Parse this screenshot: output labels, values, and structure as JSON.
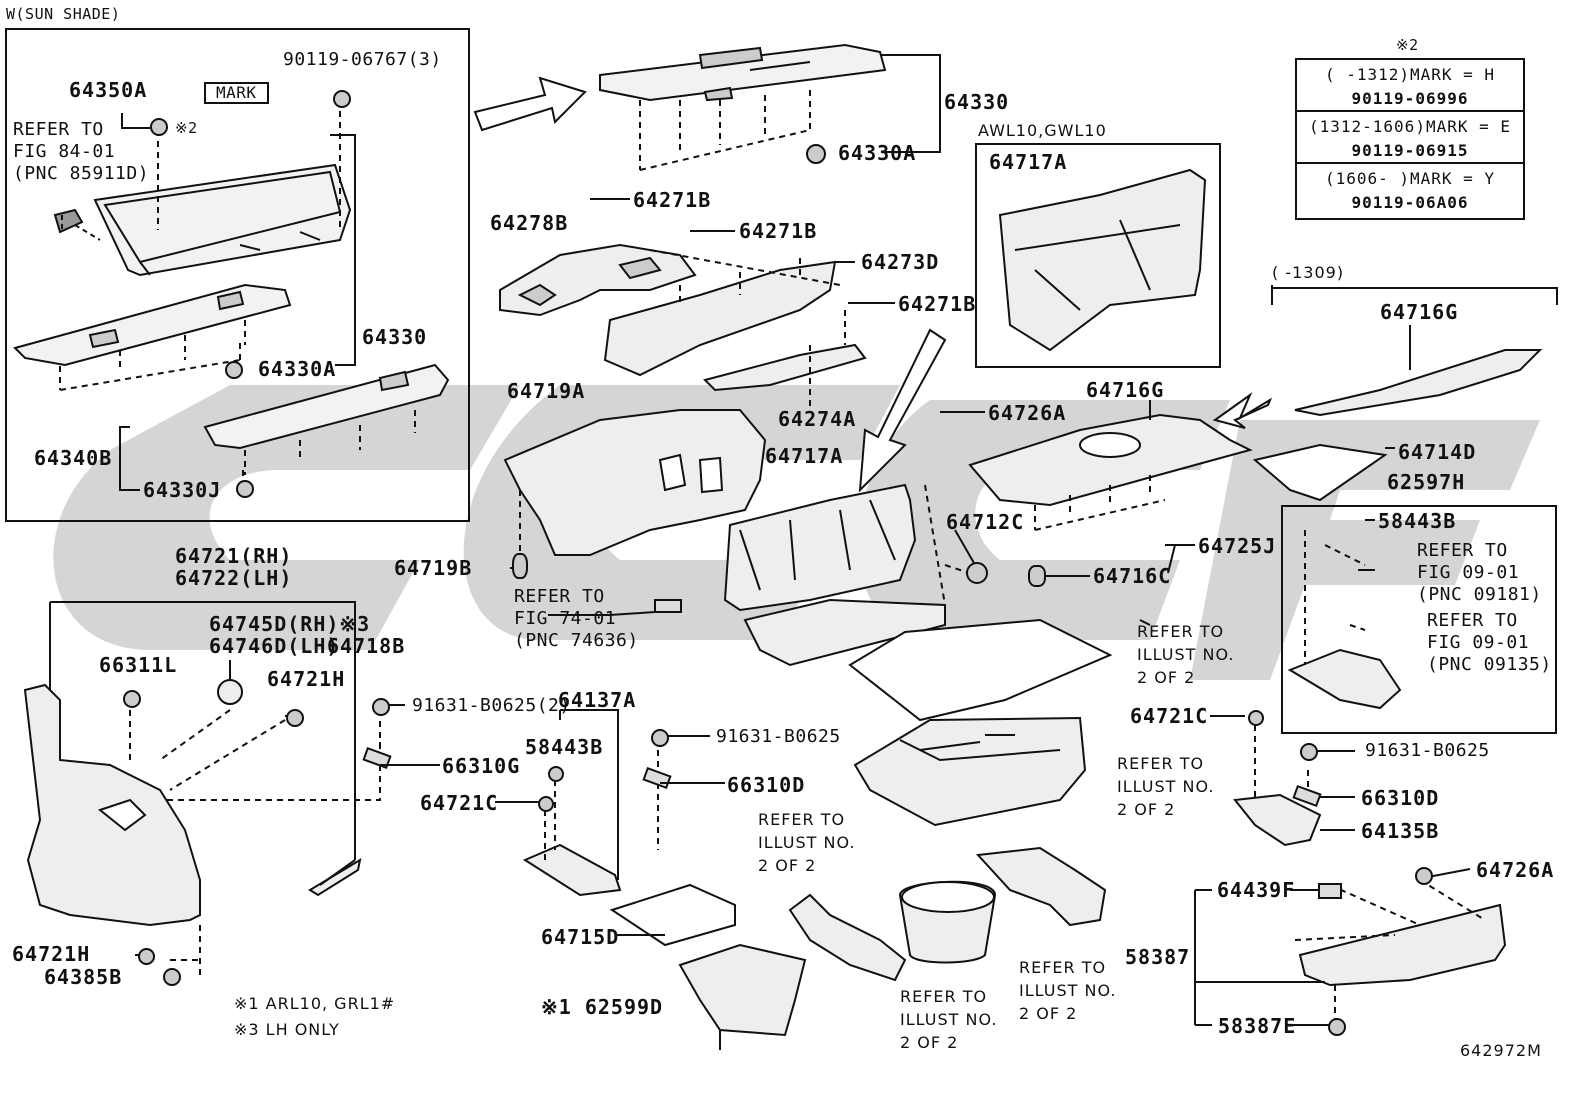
{
  "topleft": {
    "title": "W(SUN SHADE)"
  },
  "labels": {
    "p64350A": "64350A",
    "p90119_06767": "90119-06767(3)",
    "mark": "MARK",
    "note2": "※2",
    "ref8401": [
      "REFER TO",
      "FIG 84-01",
      "(PNC 85911D)"
    ],
    "p64330_a": "64330",
    "p64330A_a": "64330A",
    "p64340B": "64340B",
    "p64330J": "64330J",
    "p64330_b": "64330",
    "p64330A_b": "64330A",
    "p64271B_1": "64271B",
    "p64271B_2": "64271B",
    "p64271B_3": "64271B",
    "p64278B": "64278B",
    "p64273D": "64273D",
    "p64274A": "64274A",
    "p64719A": "64719A",
    "p64719B": "64719B",
    "p64717A_mid": "64717A",
    "ref7401": [
      "REFER TO",
      "FIG 74-01",
      "(PNC 74636)"
    ],
    "awl": "AWL10,GWL10",
    "p64717A_box": "64717A",
    "p64726A_1": "64726A",
    "p64716G_1": "64716G",
    "p64716G_2": "64716G",
    "range1309": "(      -1309)",
    "p64714D": "64714D",
    "p62597H": "62597H",
    "p58443B_r": "58443B",
    "ref0901a": [
      "REFER TO",
      "FIG 09-01",
      "(PNC 09181)"
    ],
    "ref0901b": [
      "REFER TO",
      "FIG 09-01",
      "(PNC 09135)"
    ],
    "p64712C": "64712C",
    "p64725J": "64725J",
    "p64716C": "64716C",
    "refill_1": [
      "REFER TO",
      "ILLUST NO.",
      "2 OF 2"
    ],
    "refill_2": [
      "REFER TO",
      "ILLUST NO.",
      "2 OF 2"
    ],
    "refill_3": [
      "REFER TO",
      "ILLUST NO.",
      "2 OF 2"
    ],
    "refill_4": [
      "REFER TO",
      "ILLUST NO.",
      "2 OF 2"
    ],
    "refill_5": [
      "REFER TO",
      "ILLUST NO.",
      "2 OF 2"
    ],
    "p64721RH": "64721(RH)",
    "p64722LH": "64722(LH)",
    "p64745D": "64745D(RH)※3",
    "p64746D": "64746D(LH)",
    "p64718B": "64718B",
    "p66311L": "66311L",
    "p64721H_1": "64721H",
    "p91631_2": "91631-B0625(2)",
    "p64137A": "64137A",
    "p58443B_m": "58443B",
    "p66310G": "66310G",
    "p64721C_m": "64721C",
    "p91631_m": "91631-B0625",
    "p66310D_m": "66310D",
    "p64721C_r": "64721C",
    "p91631_r": "91631-B0625",
    "p66310D_r": "66310D",
    "p64135B": "64135B",
    "p64439F": "64439F",
    "p64726A_2": "64726A",
    "p58387": "58387",
    "p58387E": "58387E",
    "p64715D": "64715D",
    "p62599D": "※1 62599D",
    "p64721H_2": "64721H",
    "p64385B": "64385B",
    "foot1": "※1 ARL10, GRL1#",
    "foot3": "※3 LH ONLY",
    "code": "642972M"
  },
  "table": {
    "title": "※2",
    "rows": [
      {
        "range": "(      -1312)MARK = H",
        "part": "90119-06996"
      },
      {
        "range": "(1312-1606)MARK = E",
        "part": "90119-06915"
      },
      {
        "range": "(1606-      )MARK = Y",
        "part": "90119-06A06"
      }
    ]
  },
  "colors": {
    "line": "#111111",
    "watermark": "#b3b3b3",
    "part_fill": "#e6e6e6"
  }
}
